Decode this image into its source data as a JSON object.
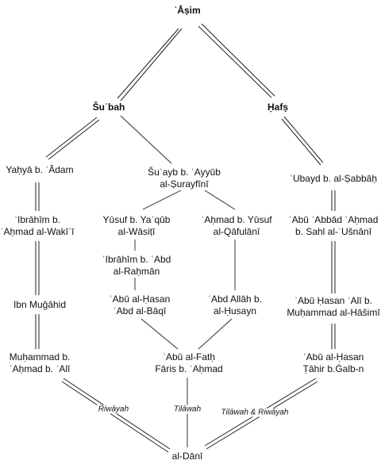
{
  "nodes": {
    "asim": {
      "l1": "ʿĀṣim"
    },
    "shubah": {
      "l1": "Šuʿbah"
    },
    "hafs": {
      "l1": "Ḥafṣ"
    },
    "yahya": {
      "l1": "Yaḥyā b. ʿĀdam"
    },
    "shuayb": {
      "l1": "Šuʿayb b. ʿAyyūb",
      "l2": "al-Ṣurayfīnī"
    },
    "ubayd": {
      "l1": "ʿUbayd b. al-Ṣabbāḥ"
    },
    "ibrahim1": {
      "l1": "ʾIbrāhīm b.",
      "l2": "ʾAḥmad al-Wakīʿī"
    },
    "yusuf": {
      "l1": "Yūsuf b. Yaʿqūb",
      "l2": "al-Wāsiṭī"
    },
    "ahmad": {
      "l1": "ʾAḥmad b. Yūsuf",
      "l2": "al-Qāfulānī"
    },
    "abuabbad": {
      "l1": "ʾAbū ʿAbbād ʾAḥmad",
      "l2": "b. Sahl al-ʾUšnānī"
    },
    "ibrahim2": {
      "l1": "ʾIbrāhīm b. ʿAbd",
      "l2": "al-Raḥmān"
    },
    "ibnmujahid": {
      "l1": "Ibn Muǧāhid"
    },
    "abualhasan1": {
      "l1": "ʾAbū al-Ḥasan",
      "l2": "ʿAbd al-Bāqī"
    },
    "abdallah": {
      "l1": "ʿAbd Allāh b.",
      "l2": "al-Ḥusayn"
    },
    "abuhasan": {
      "l1": "ʾAbū Ḥasan ʿAlī b.",
      "l2": "Muḥammad al-Hāšimī"
    },
    "muhammad": {
      "l1": "Muḥammad b.",
      "l2": "ʾAḥmad b. ʿAlī"
    },
    "abualfath": {
      "l1": "ʾAbū al-Fatḥ",
      "l2": "Fāris b. ʾAḥmad"
    },
    "abualhasan2": {
      "l1": "ʾAbū al-Ḥasan",
      "l2": "Ṭāhir b.Ġalb-n"
    },
    "dani": {
      "l1": "al-Dānī"
    }
  },
  "edge_labels": {
    "riwayah": "Riwāyah",
    "tilawah": "Tilāwah",
    "tilawah_riwayah": "Tilāwah & Riwāyah"
  }
}
